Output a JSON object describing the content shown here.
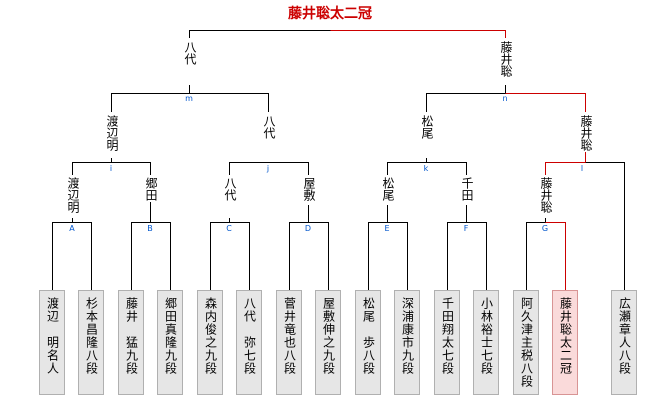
{
  "champion": "藤井聡太二冠",
  "players": [
    {
      "label": "渡辺　明名人"
    },
    {
      "label": "杉本昌隆八段"
    },
    {
      "label": "藤井　猛九段"
    },
    {
      "label": "郷田真隆九段"
    },
    {
      "label": "森内俊之九段"
    },
    {
      "label": "八代　弥七段"
    },
    {
      "label": "菅井竜也八段"
    },
    {
      "label": "屋敷伸之九段"
    },
    {
      "label": "松尾　歩八段"
    },
    {
      "label": "深浦康市九段"
    },
    {
      "label": "千田翔太七段"
    },
    {
      "label": "小林裕士七段"
    },
    {
      "label": "阿久津主税八段"
    },
    {
      "label": "藤井聡太二冠",
      "highlight": true
    },
    {
      "label": "広瀬章人八段"
    }
  ],
  "match_a": {
    "label": "A",
    "winner": "渡辺明"
  },
  "match_b": {
    "label": "B",
    "winner": "郷田"
  },
  "match_c": {
    "label": "C",
    "winner": "八代"
  },
  "match_d": {
    "label": "D",
    "winner": "屋敷"
  },
  "match_e": {
    "label": "E",
    "winner": "松尾"
  },
  "match_f": {
    "label": "F",
    "winner": "千田"
  },
  "match_g": {
    "label": "G",
    "winner": "藤井聡"
  },
  "match_i": {
    "label": "i",
    "winner": "渡辺明"
  },
  "match_j": {
    "label": "j",
    "winner": "八代"
  },
  "match_k": {
    "label": "k",
    "winner": "松尾"
  },
  "match_l": {
    "label": "l",
    "winner": "藤井聡"
  },
  "match_m": {
    "label": "m",
    "winner": "八代"
  },
  "match_n": {
    "label": "n",
    "winner": "藤井聡"
  },
  "colors": {
    "line": "#000000",
    "champion_path": "#cc0000",
    "match_label": "#0055cc",
    "box": "#e6e6e6",
    "box_highlight": "#fadada"
  }
}
